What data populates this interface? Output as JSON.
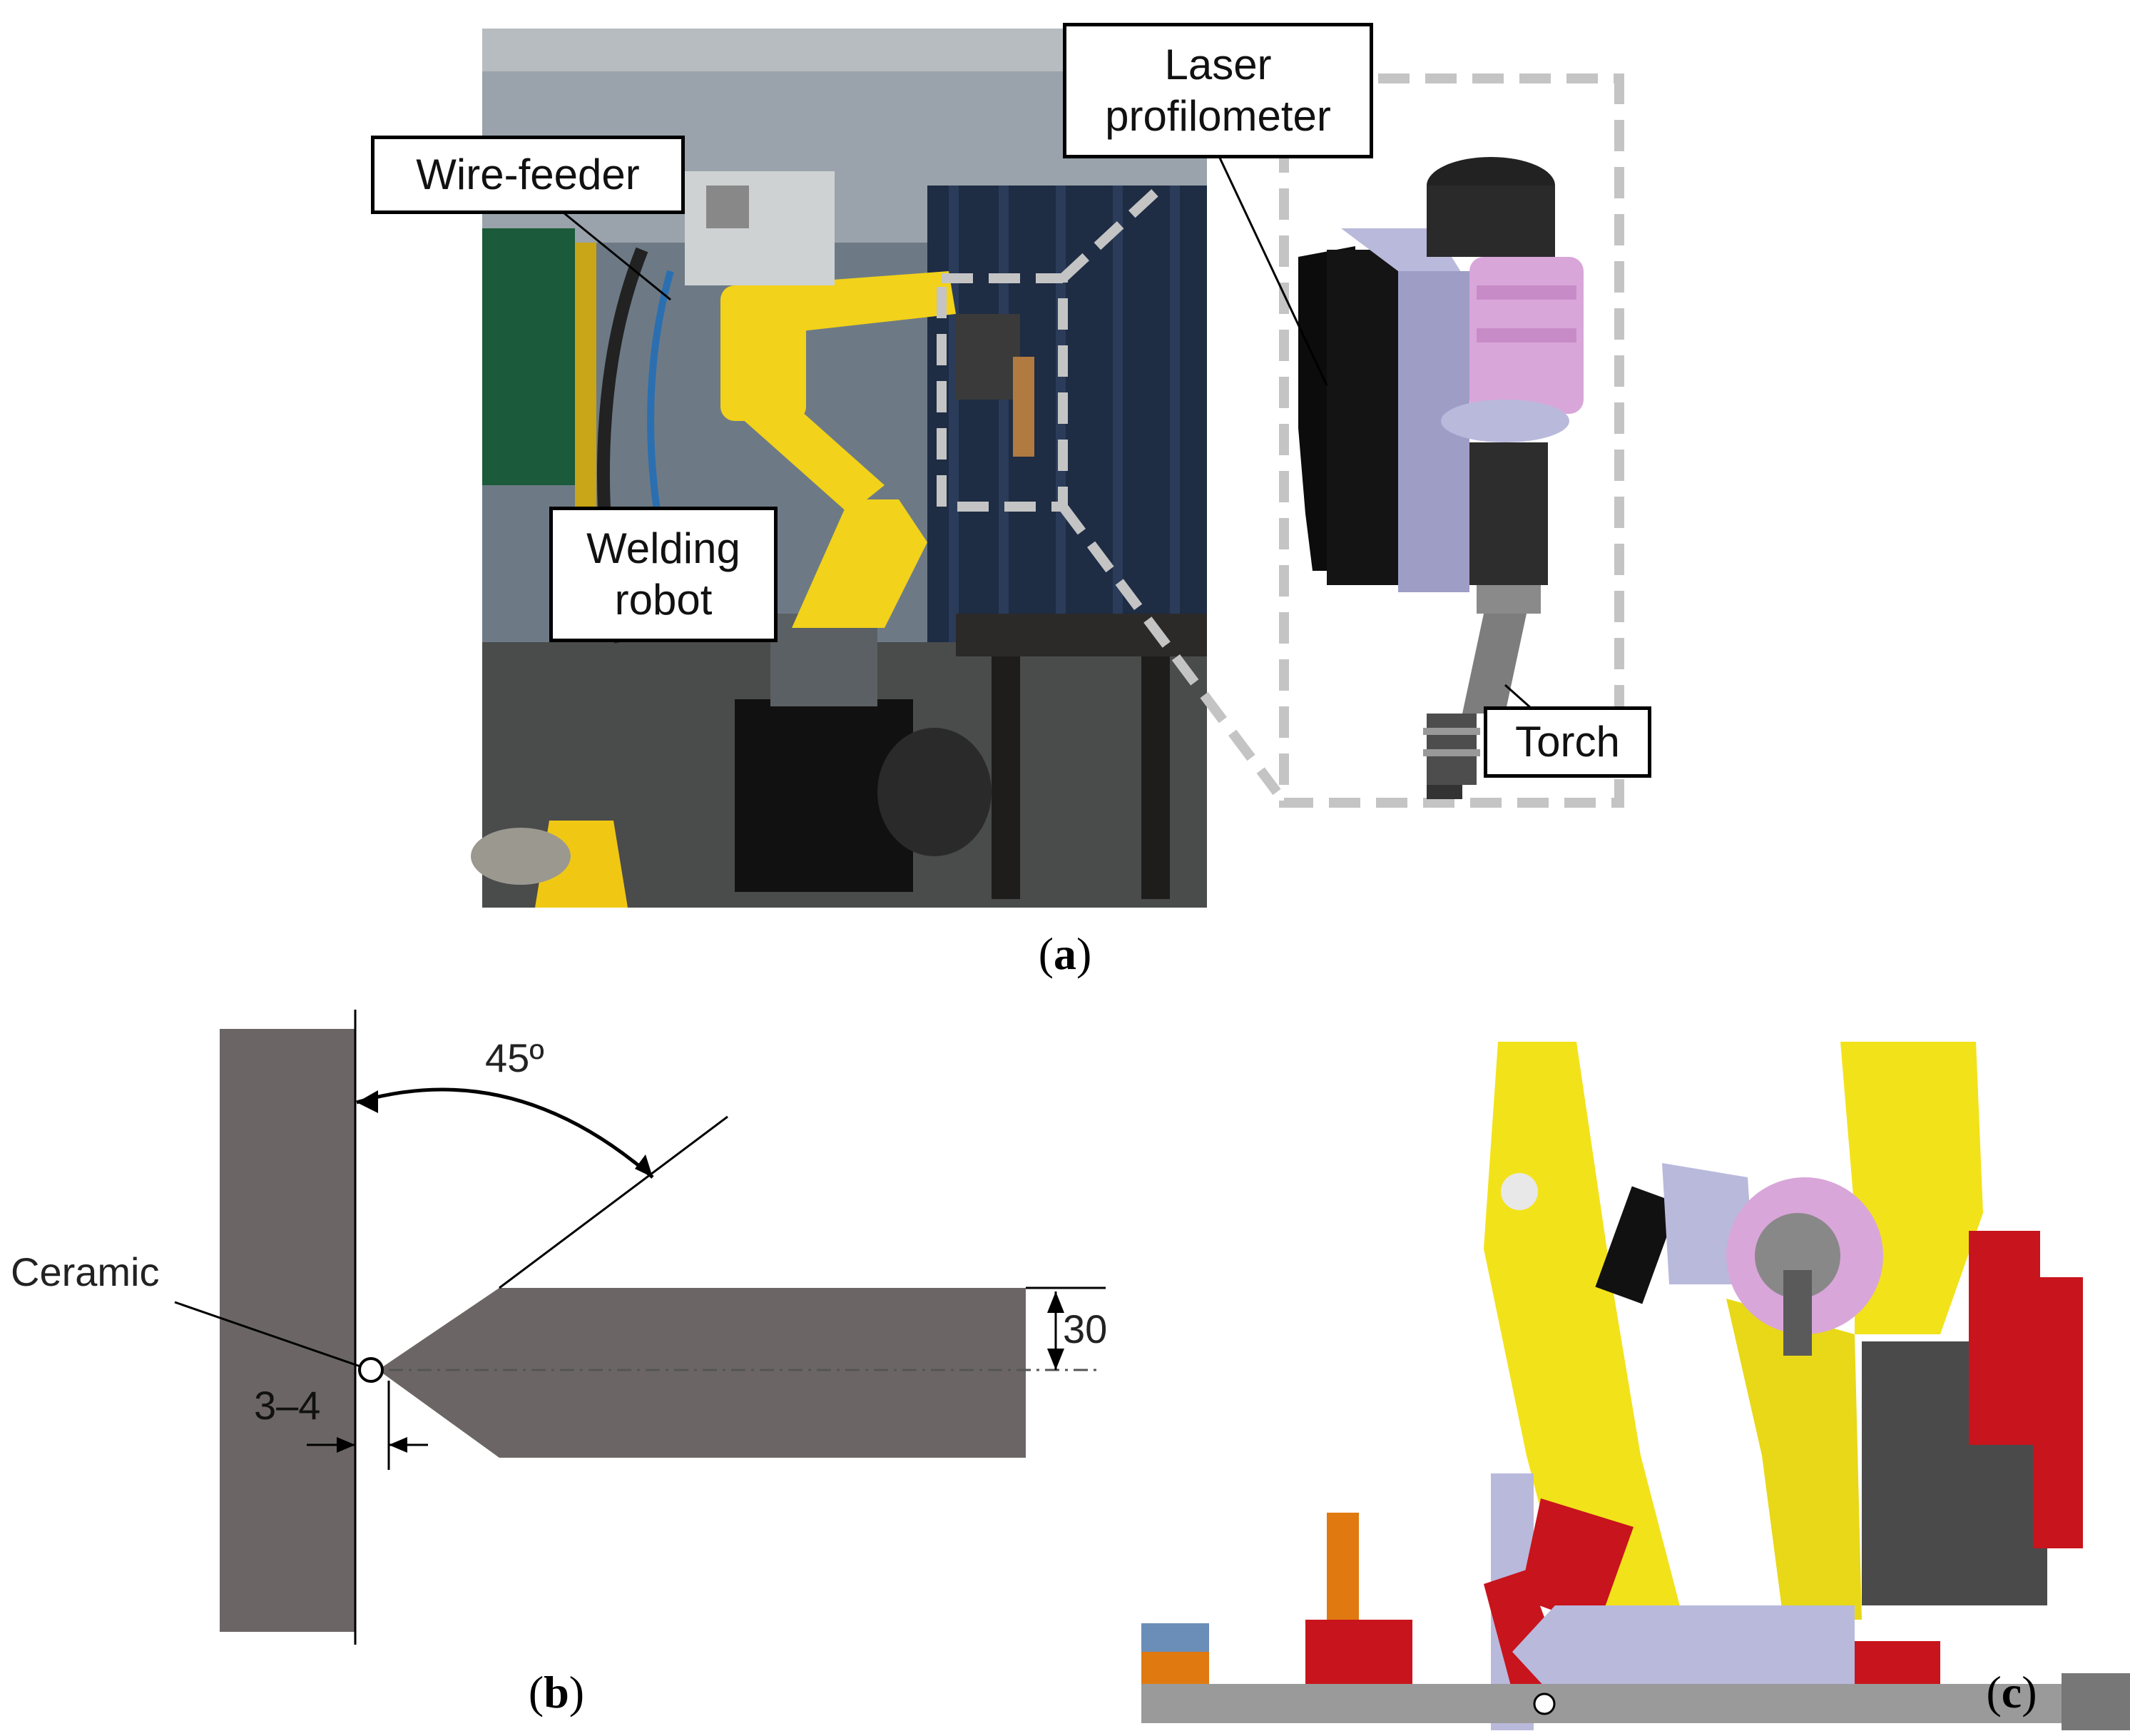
{
  "panel_a": {
    "labels": {
      "wire_feeder": "Wire-feeder",
      "laser_line1": "Laser",
      "laser_line2": "profilometer",
      "welding_line1": "Welding",
      "welding_line2": "robot",
      "torch": "Torch"
    },
    "caption_letter": "a"
  },
  "panel_b": {
    "labels": {
      "angle": "45º",
      "ceramic": "Ceramic",
      "thickness": "30",
      "gap": "3–4"
    },
    "caption_letter": "b"
  },
  "panel_c": {
    "caption_letter": "c"
  },
  "colors": {
    "robot_yellow": "#f2e21a",
    "steel_gray": "#6b6665",
    "lavender": "#b9b9dc",
    "red": "#c8141c",
    "orange": "#e07a10"
  }
}
